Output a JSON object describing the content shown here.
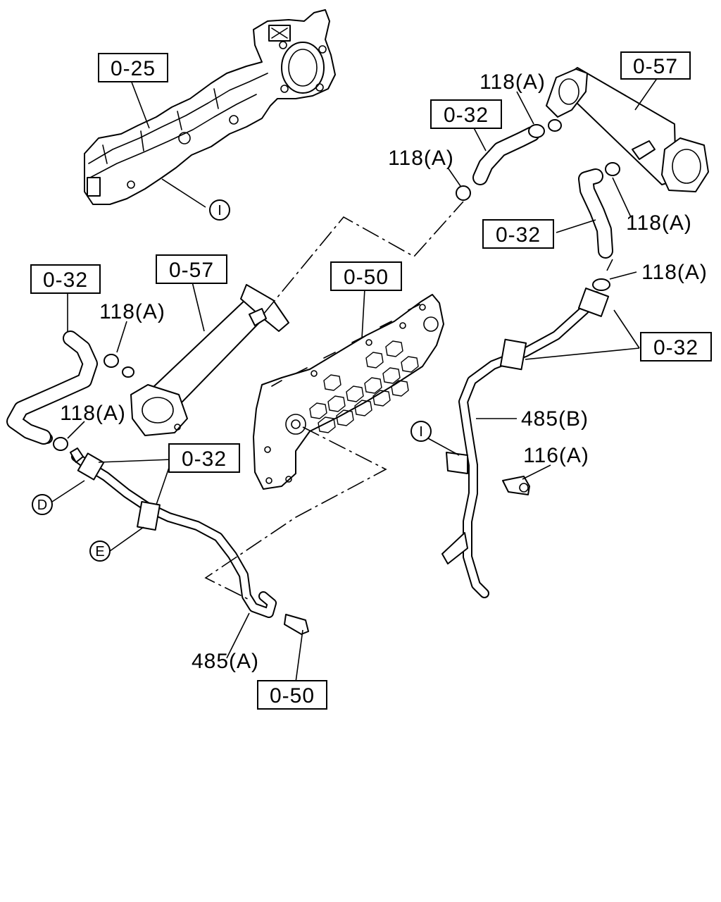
{
  "diagram": {
    "callouts": {
      "manifold_ref": "0-25",
      "cooler_ref_upper": "0-57",
      "cooler_ref_left": "0-57",
      "egr_ref": "0-50",
      "egr_ref_lower": "0-50",
      "hose_ref_upper": "0-32",
      "hose_ref_left": "0-32",
      "hose_ref_right": "0-32",
      "pipe_clip_ref_left": "0-32",
      "pipe_clip_ref_right": "0-32"
    },
    "labels": {
      "clamp_1": "118(A)",
      "clamp_2": "118(A)",
      "clamp_3": "118(A)",
      "clamp_4": "118(A)",
      "clamp_5": "118(A)",
      "clamp_6": "118(A)",
      "pipe_a": "485(A)",
      "pipe_b": "485(B)",
      "bolt": "116(A)"
    },
    "markers": {
      "i_top": "I",
      "i_right": "I",
      "d": "D",
      "e": "E"
    }
  }
}
